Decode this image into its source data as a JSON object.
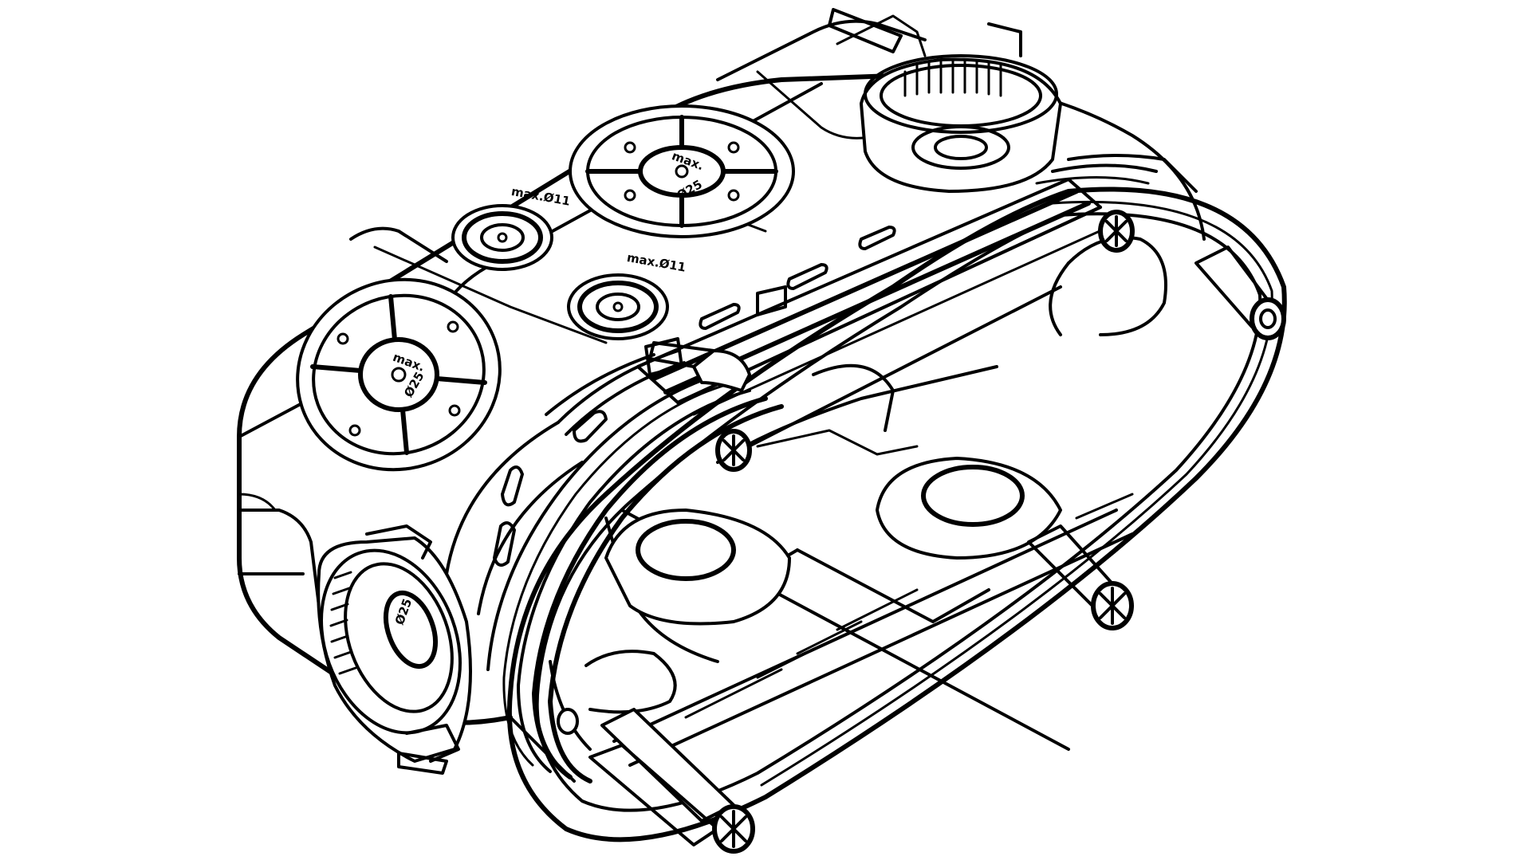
{
  "figure": {
    "subject": "flush-mounting double device box line drawing",
    "line_color": "#000000",
    "background_color": "#ffffff"
  },
  "embossed_labels": {
    "max_d11_a": "max.Ø11",
    "max_d11_b": "max.Ø11",
    "knockout_max": "max.",
    "knockout_size": "Ø25"
  }
}
